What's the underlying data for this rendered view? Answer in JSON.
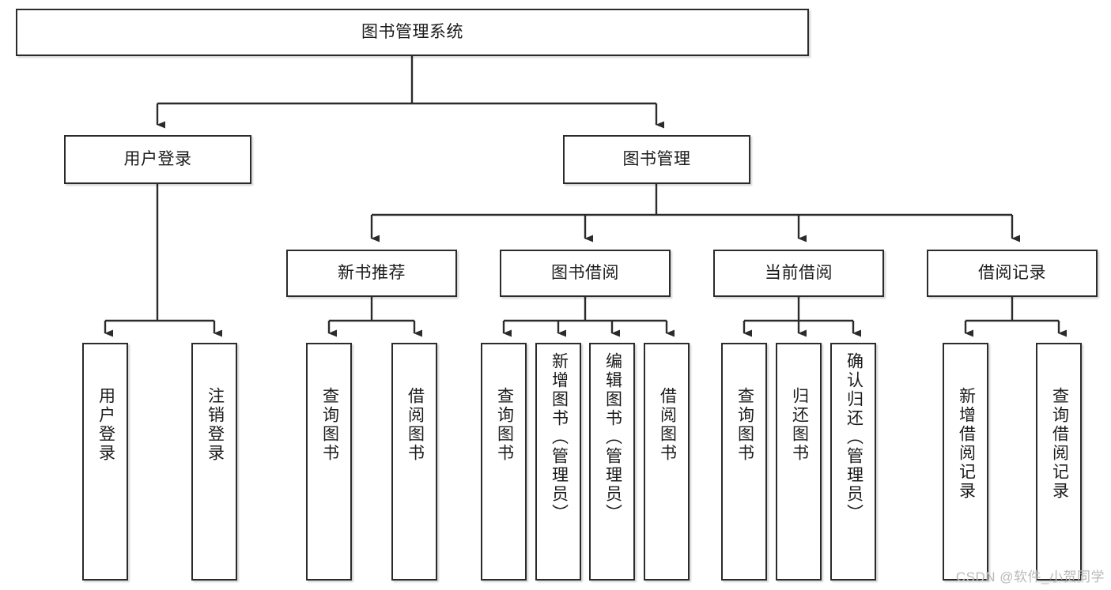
{
  "diagram": {
    "type": "tree-hierarchy",
    "title": "图书管理系统",
    "watermark": "CSDN @软件_小贺同学",
    "colors": {
      "box_border": "#2b2b2b",
      "box_fill": "#ffffff",
      "edge": "#2b2b2b",
      "text": "#1b1b1b",
      "watermark": "#b9b9b9"
    },
    "levels": {
      "root": {
        "label": "图书管理系统"
      },
      "level2": [
        {
          "label": "用户登录"
        },
        {
          "label": "图书管理"
        }
      ],
      "level3": [
        {
          "label": "新书推荐"
        },
        {
          "label": "图书借阅"
        },
        {
          "label": "当前借阅"
        },
        {
          "label": "借阅记录"
        }
      ],
      "leaves": {
        "user_login": [
          {
            "label": "用户登录"
          },
          {
            "label": "注销登录"
          }
        ],
        "new_book_recommend": [
          {
            "label": "查询图书"
          },
          {
            "label": "借阅图书"
          }
        ],
        "book_borrow": [
          {
            "label": "查询图书"
          },
          {
            "label": "新增图书（管理员）"
          },
          {
            "label": "编辑图书（管理员）"
          },
          {
            "label": "借阅图书"
          }
        ],
        "current_borrow": [
          {
            "label": "查询图书"
          },
          {
            "label": "归还图书"
          },
          {
            "label": "确认归还（管理员）"
          }
        ],
        "borrow_record": [
          {
            "label": "新增借阅记录"
          },
          {
            "label": "查询借阅记录"
          }
        ]
      }
    }
  }
}
